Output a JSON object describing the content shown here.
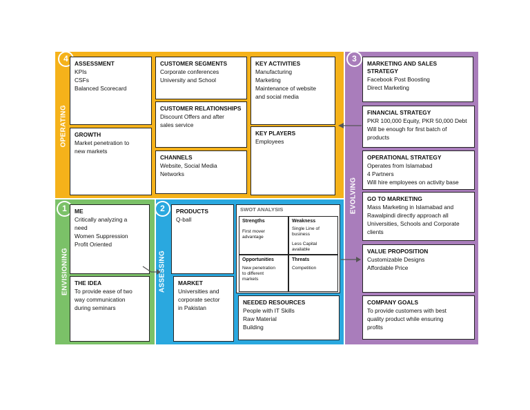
{
  "colors": {
    "operating": "#f5b21a",
    "evolving": "#a97dbb",
    "envisioning": "#7bc168",
    "assessing": "#2aa8df"
  },
  "bands": {
    "operating": {
      "number": "4",
      "label": "OPERATING"
    },
    "evolving": {
      "number": "3",
      "label": "EVOLVING"
    },
    "envisioning": {
      "number": "1",
      "label": "ENVISIONING"
    },
    "assessing": {
      "number": "2",
      "label": "ASSESSING"
    }
  },
  "boxes": {
    "assessment": {
      "title": "ASSESSMENT",
      "lines": [
        "KPIs",
        "CSFs",
        "Balanced Scorecard"
      ]
    },
    "growth": {
      "title": "GROWTH",
      "lines": [
        "Market penetration to",
        "new markets"
      ]
    },
    "customer_segments": {
      "title": "CUSTOMER SEGMENTS",
      "lines": [
        "Corporate conferences",
        "University and School"
      ]
    },
    "customer_relationships": {
      "title": "CUSTOMER RELATIONSHIPS",
      "lines": [
        "Discount Offers and after",
        "sales service"
      ]
    },
    "channels": {
      "title": "CHANNELS",
      "lines": [
        "Website, Social Media",
        "Networks"
      ]
    },
    "key_activities": {
      "title": "KEY ACTIVITIES",
      "lines": [
        "Manufacturing",
        "Marketing",
        "Maintenance of website",
        "and social media"
      ]
    },
    "key_players": {
      "title": "KEY PLAYERS",
      "lines": [
        "Employees"
      ]
    },
    "marketing_sales": {
      "title": "MARKETING AND SALES STRATEGY",
      "lines": [
        "Facebook Post Boosting",
        "Direct Marketing"
      ]
    },
    "financial": {
      "title": "FINANCIAL STRATEGY",
      "lines": [
        "PKR 100,000 Equity, PKR 50,000 Debt",
        "Will be enough for first batch of",
        "products"
      ]
    },
    "operational": {
      "title": "OPERATIONAL STRATEGY",
      "lines": [
        "Operates from Islamabad",
        "4 Partners",
        "Will hire employees on activity base"
      ]
    },
    "go_to_marketing": {
      "title": "GO TO MARKETING",
      "lines": [
        "Mass Marketing in Islamabad and",
        "Rawalpindi directly approach all",
        "Universities, Schools and Corporate",
        "clients"
      ]
    },
    "value_proposition": {
      "title": "VALUE PROPOSITION",
      "lines": [
        "Customizable Designs",
        "Affordable Price"
      ]
    },
    "company_goals": {
      "title": "COMPANY GOALS",
      "lines": [
        "To provide customers with best",
        "quality product while ensuring",
        "profits"
      ]
    },
    "me": {
      "title": "ME",
      "lines": [
        "Critically analyzing a",
        "need",
        "Women Suppression",
        "Profit Oriented"
      ]
    },
    "the_idea": {
      "title": "THE IDEA",
      "lines": [
        "To provide ease of two",
        "way communication",
        "during seminars"
      ]
    },
    "products": {
      "title": "PRODUCTS",
      "lines": [
        "Q-ball"
      ]
    },
    "market": {
      "title": "MARKET",
      "lines": [
        "Universities and",
        "corporate sector",
        "in Pakistan"
      ]
    },
    "needed_resources": {
      "title": "NEEDED RESOURCES",
      "lines": [
        "People with IT Skills",
        "Raw Material",
        "Building"
      ]
    }
  },
  "swot": {
    "title": "SWOT ANALYSIS",
    "strengths": {
      "title": "Strengths",
      "lines": [
        "First mover",
        "advantage"
      ]
    },
    "weakness": {
      "title": "Weakness",
      "lines": [
        "Single Line of",
        "business",
        "",
        "Less Capital",
        "available"
      ]
    },
    "opportunities": {
      "title": "Opportunities",
      "lines": [
        "New penetration",
        "to different",
        "markets"
      ]
    },
    "threats": {
      "title": "Threats",
      "lines": [
        "Competition"
      ]
    }
  }
}
